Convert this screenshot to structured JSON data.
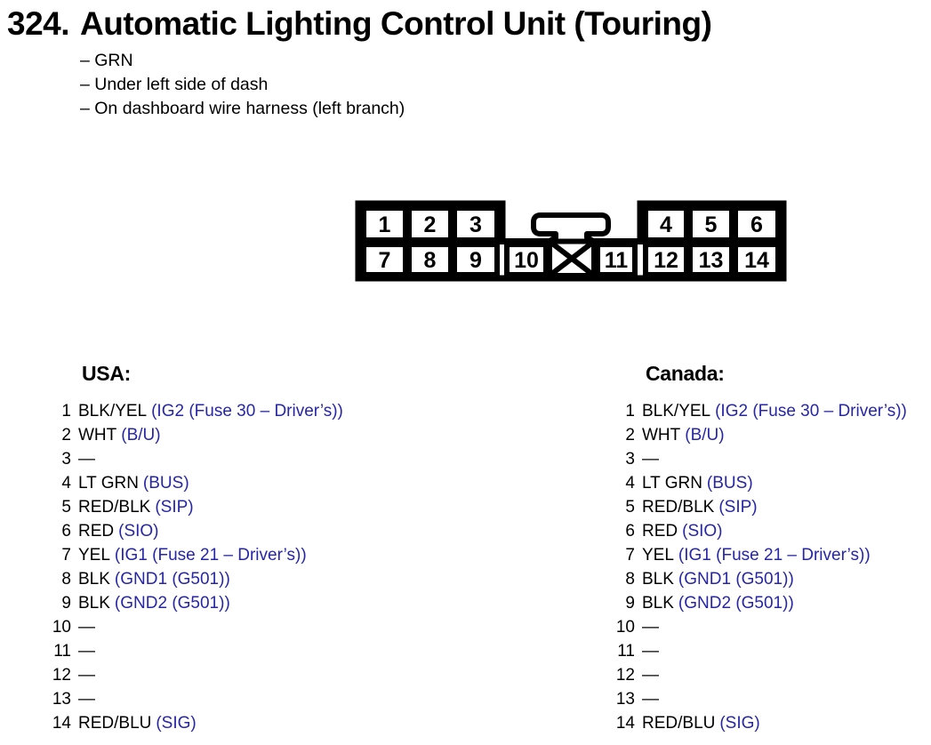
{
  "page": {
    "number": "324.",
    "title": "Automatic Lighting Control Unit (Touring)",
    "notes": [
      "– GRN",
      "– Under left side of dash",
      "– On dashboard wire harness (left branch)"
    ]
  },
  "connector": {
    "cells": {
      "c1": "1",
      "c2": "2",
      "c3": "3",
      "c4": "4",
      "c5": "5",
      "c6": "6",
      "c7": "7",
      "c8": "8",
      "c9": "9",
      "c10": "10",
      "c11": "11",
      "c12": "12",
      "c13": "13",
      "c14": "14"
    }
  },
  "colors": {
    "signal_blue": "#2626a6",
    "ink_black": "#000000"
  },
  "pinout": {
    "usa": {
      "header": "USA:",
      "rows": [
        {
          "pin": "1",
          "wire": "BLK/YEL",
          "signal": "(IG2 (Fuse 30 – Driver’s))"
        },
        {
          "pin": "2",
          "wire": "WHT",
          "signal": "(B/U)"
        },
        {
          "pin": "3",
          "wire": "—",
          "signal": ""
        },
        {
          "pin": "4",
          "wire": "LT GRN",
          "signal": "(BUS)"
        },
        {
          "pin": "5",
          "wire": "RED/BLK",
          "signal": "(SIP)"
        },
        {
          "pin": "6",
          "wire": "RED",
          "signal": "(SIO)"
        },
        {
          "pin": "7",
          "wire": "YEL",
          "signal": "(IG1 (Fuse 21 – Driver’s))"
        },
        {
          "pin": "8",
          "wire": "BLK",
          "signal": "(GND1 (G501))"
        },
        {
          "pin": "9",
          "wire": "BLK",
          "signal": "(GND2 (G501))"
        },
        {
          "pin": "10",
          "wire": "—",
          "signal": ""
        },
        {
          "pin": "11",
          "wire": "—",
          "signal": ""
        },
        {
          "pin": "12",
          "wire": "—",
          "signal": ""
        },
        {
          "pin": "13",
          "wire": "—",
          "signal": ""
        },
        {
          "pin": "14",
          "wire": "RED/BLU",
          "signal": "(SIG)"
        }
      ]
    },
    "canada": {
      "header": "Canada:",
      "rows": [
        {
          "pin": "1",
          "wire": "BLK/YEL",
          "signal": "(IG2 (Fuse 30 – Driver’s))"
        },
        {
          "pin": "2",
          "wire": "WHT",
          "signal": "(B/U)"
        },
        {
          "pin": "3",
          "wire": "—",
          "signal": ""
        },
        {
          "pin": "4",
          "wire": "LT GRN",
          "signal": "(BUS)"
        },
        {
          "pin": "5",
          "wire": "RED/BLK",
          "signal": "(SIP)"
        },
        {
          "pin": "6",
          "wire": "RED",
          "signal": "(SIO)"
        },
        {
          "pin": "7",
          "wire": "YEL",
          "signal": "(IG1 (Fuse 21 – Driver’s))"
        },
        {
          "pin": "8",
          "wire": "BLK",
          "signal": "(GND1 (G501))"
        },
        {
          "pin": "9",
          "wire": "BLK",
          "signal": "(GND2 (G501))"
        },
        {
          "pin": "10",
          "wire": "—",
          "signal": ""
        },
        {
          "pin": "11",
          "wire": "—",
          "signal": ""
        },
        {
          "pin": "12",
          "wire": "—",
          "signal": ""
        },
        {
          "pin": "13",
          "wire": "—",
          "signal": ""
        },
        {
          "pin": "14",
          "wire": "RED/BLU",
          "signal": "(SIG)"
        }
      ]
    }
  }
}
